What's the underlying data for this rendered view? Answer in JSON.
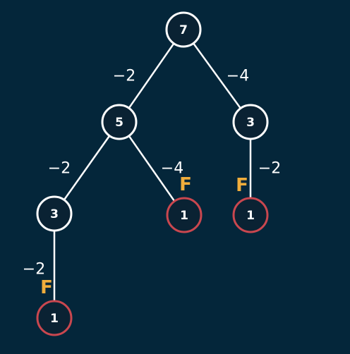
{
  "colors": {
    "background": "#04263a",
    "node_fill": "#0a2233",
    "node_stroke": "#ffffff",
    "leaf_stroke": "#c9474f",
    "flag": "#f0ad3c"
  },
  "nodes": [
    {
      "id": "root",
      "value": "7",
      "leaf": false
    },
    {
      "id": "left",
      "value": "5",
      "leaf": false
    },
    {
      "id": "right",
      "value": "3",
      "leaf": false
    },
    {
      "id": "left-left",
      "value": "3",
      "leaf": false
    },
    {
      "id": "left-right",
      "value": "1",
      "leaf": true
    },
    {
      "id": "right-child",
      "value": "1",
      "leaf": true
    },
    {
      "id": "left-left-child",
      "value": "1",
      "leaf": true
    }
  ],
  "edges": [
    {
      "from": "root",
      "to": "left",
      "weight": "−2",
      "flag": ""
    },
    {
      "from": "root",
      "to": "right",
      "weight": "−4",
      "flag": ""
    },
    {
      "from": "left",
      "to": "left-left",
      "weight": "−2",
      "flag": ""
    },
    {
      "from": "left",
      "to": "left-right",
      "weight": "−4",
      "flag": "F"
    },
    {
      "from": "right",
      "to": "right-child",
      "weight": "−2",
      "flag": "F"
    },
    {
      "from": "left-left",
      "to": "left-left-child",
      "weight": "−2",
      "flag": "F"
    }
  ]
}
